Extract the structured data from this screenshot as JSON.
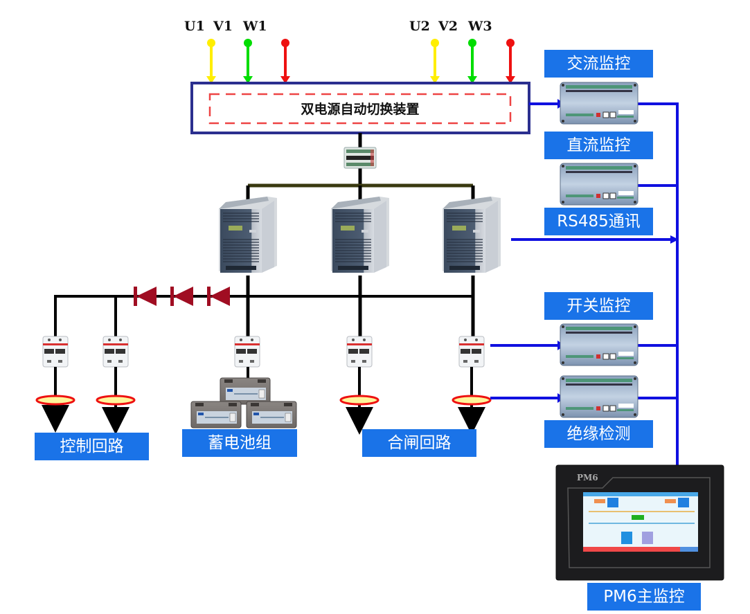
{
  "diagram": {
    "title": "双电源自动切换装置",
    "source1": {
      "phases": [
        "U1",
        "V1",
        "W1"
      ],
      "wire_colors": [
        "#ffee00",
        "#00dd00",
        "#ee1111"
      ]
    },
    "source2": {
      "phases": [
        "U2",
        "V2",
        "W3"
      ],
      "wire_colors": [
        "#ffee00",
        "#00dd00",
        "#ee1111"
      ]
    },
    "rectifier_modules": 3,
    "diodes": 3,
    "monitors": {
      "ac": "交流监控",
      "dc": "直流监控",
      "rs485": "RS485通讯",
      "switch": "开关监控",
      "insulation": "绝缘检测"
    },
    "loads": {
      "control_circuit": "控制回路",
      "battery_bank": "蓄电池组",
      "closing_circuit": "合闸回路"
    },
    "main_monitor": {
      "label": "PM6主监控",
      "device_brand": "PM6"
    },
    "colors": {
      "label_bg": "#1a73e8",
      "comm_line": "#1010e0",
      "bus_line": "#000000",
      "ats_border": "#2b2f8f",
      "ats_dash": "#ee4444",
      "diode": "#a00d22",
      "sensor_ring": "#ee1111",
      "sensor_fill": "#fff59a"
    }
  }
}
